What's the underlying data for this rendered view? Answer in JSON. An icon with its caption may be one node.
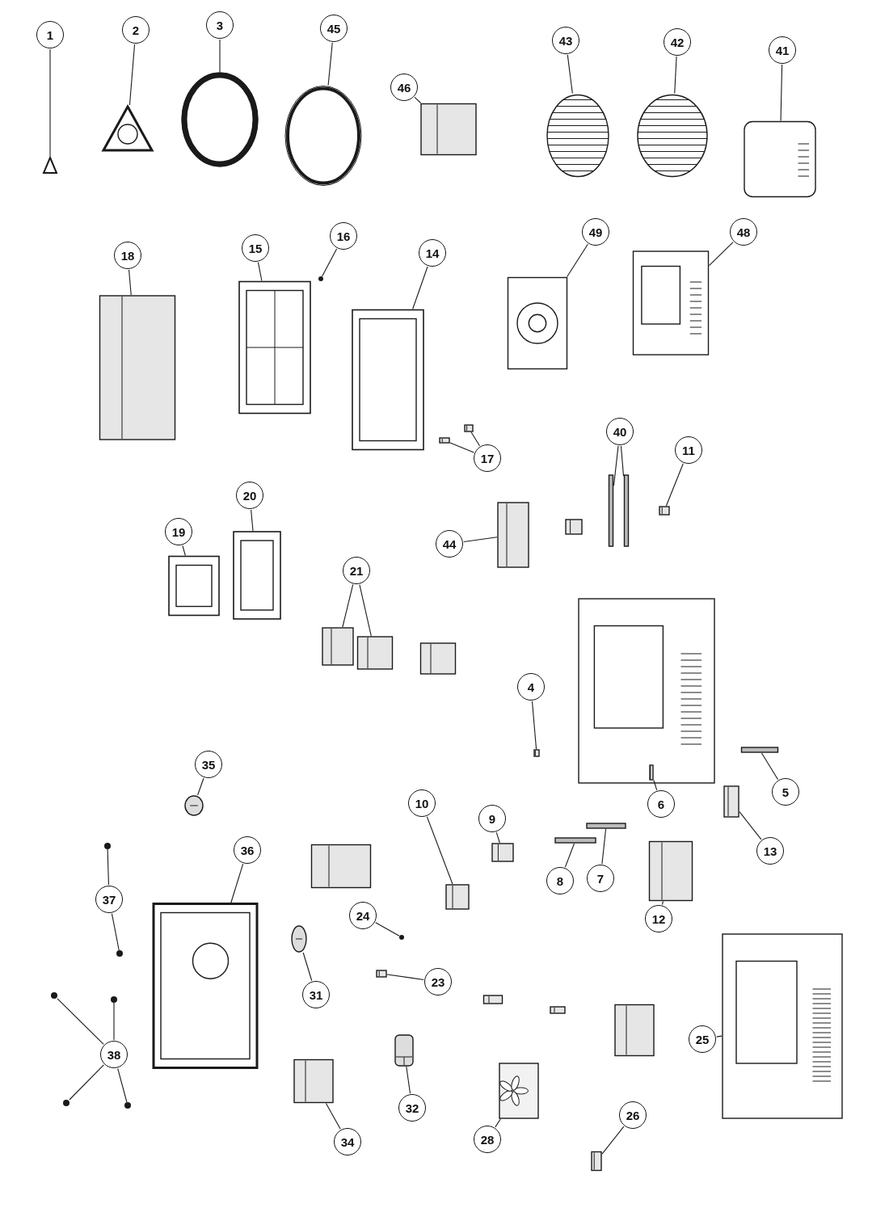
{
  "diagram": {
    "nodes": [
      {
        "text": [
          "1"
        ]
      },
      {
        "text": [],
        "shape": "picture"
      },
      {
        "text": [
          "2"
        ]
      },
      {
        "text": [],
        "shape": "picture"
      },
      {
        "text": [
          "3"
        ]
      },
      {
        "text": [],
        "shape": "picture"
      },
      {
        "text": [
          "45"
        ]
      },
      {
        "text": [],
        "shape": "picture"
      },
      {
        "text": [
          "46"
        ]
      },
      {
        "text": [],
        "shape": "picture"
      },
      {
        "text": [
          "43"
        ]
      },
      {
        "text": [],
        "shape": "picture"
      },
      {
        "text": [
          "42"
        ]
      },
      {
        "text": [],
        "shape": "picture"
      },
      {
        "text": [
          "41"
        ]
      },
      {
        "text": [],
        "shape": "picture"
      },
      {
        "text": [
          "18"
        ]
      },
      {
        "text": [],
        "shape": "picture"
      },
      {
        "text": [
          "15"
        ]
      },
      {
        "text": [],
        "shape": "picture"
      },
      {
        "text": [
          "16"
        ]
      },
      {
        "text": [],
        "shape": "circle"
      },
      {
        "text": [
          "14"
        ]
      },
      {
        "text": [],
        "shape": "picture"
      },
      {
        "text": [
          "49"
        ]
      },
      {
        "text": [],
        "shape": "picture"
      },
      {
        "text": [
          "48"
        ]
      },
      {
        "text": [],
        "shape": "picture"
      },
      {
        "text": [
          "17"
        ]
      },
      {
        "text": [],
        "shape": "picture"
      },
      {
        "text": [],
        "shape": "picture"
      },
      {
        "text": [
          "40"
        ]
      },
      {
        "text": [],
        "shape": "bar"
      },
      {
        "text": [],
        "shape": "bar"
      },
      {
        "text": [
          "11"
        ]
      },
      {
        "text": [],
        "shape": "picture"
      },
      {
        "text": [
          "44"
        ]
      },
      {
        "text": [],
        "shape": "picture"
      },
      {
        "text": [
          "20"
        ]
      },
      {
        "text": [],
        "shape": "picture"
      },
      {
        "text": [
          "19"
        ]
      },
      {
        "text": [],
        "shape": "picture"
      },
      {
        "text": [
          "21"
        ]
      },
      {
        "text": [],
        "shape": "picture"
      },
      {
        "text": [],
        "shape": "picture"
      },
      {
        "text": [
          "4"
        ]
      },
      {
        "text": [],
        "shape": "picture"
      },
      {
        "text": [
          "6"
        ]
      },
      {
        "text": [],
        "shape": "picture"
      },
      {
        "text": [
          "5"
        ]
      },
      {
        "text": [],
        "shape": "bar"
      },
      {
        "text": [
          "13"
        ]
      },
      {
        "text": [],
        "shape": "picture"
      },
      {
        "text": [
          "35"
        ]
      },
      {
        "text": [],
        "shape": "circle"
      },
      {
        "text": [
          "10"
        ]
      },
      {
        "text": [],
        "shape": "picture"
      },
      {
        "text": [
          "9"
        ]
      },
      {
        "text": [],
        "shape": "picture"
      },
      {
        "text": [
          "8"
        ]
      },
      {
        "text": [],
        "shape": "bar"
      },
      {
        "text": [
          "7"
        ]
      },
      {
        "text": [],
        "shape": "bar"
      },
      {
        "text": [
          "12"
        ]
      },
      {
        "text": [],
        "shape": "picture"
      },
      {
        "text": [
          "36"
        ]
      },
      {
        "text": [],
        "shape": "picture"
      },
      {
        "text": [
          "37"
        ]
      },
      {
        "text": [],
        "shape": "circle"
      },
      {
        "text": [],
        "shape": "circle"
      },
      {
        "text": [
          "23"
        ]
      },
      {
        "text": [],
        "shape": "picture"
      },
      {
        "text": [
          "24"
        ]
      },
      {
        "text": [],
        "shape": "circle"
      },
      {
        "text": [
          "31"
        ]
      },
      {
        "text": [],
        "shape": "picture"
      },
      {
        "text": [
          "25"
        ]
      },
      {
        "text": [],
        "shape": "picture"
      },
      {
        "text": [
          "38"
        ]
      },
      {
        "text": [],
        "shape": "circle"
      },
      {
        "text": [],
        "shape": "circle"
      },
      {
        "text": [],
        "shape": "circle"
      },
      {
        "text": [],
        "shape": "circle"
      },
      {
        "text": [
          "32"
        ]
      },
      {
        "text": [],
        "shape": "picture"
      },
      {
        "text": [
          "34"
        ]
      },
      {
        "text": [],
        "shape": "picture"
      },
      {
        "text": [
          "28"
        ]
      },
      {
        "text": [],
        "shape": "picture"
      },
      {
        "text": [
          "26"
        ]
      },
      {
        "text": [],
        "shape": "picture"
      }
    ],
    "edges": [
      {
        "from": 0,
        "to": 1,
        "arrow": "none"
      },
      {
        "from": 2,
        "to": 3,
        "arrow": "none"
      },
      {
        "from": 4,
        "to": 5,
        "arrow": "none"
      },
      {
        "from": 6,
        "to": 7,
        "arrow": "none"
      },
      {
        "from": 8,
        "to": 9,
        "arrow": "none"
      },
      {
        "from": 10,
        "to": 11,
        "arrow": "none"
      },
      {
        "from": 12,
        "to": 13,
        "arrow": "none"
      },
      {
        "from": 14,
        "to": 15,
        "arrow": "none"
      },
      {
        "from": 16,
        "to": 17,
        "arrow": "none"
      },
      {
        "from": 18,
        "to": 19,
        "arrow": "none"
      },
      {
        "from": 20,
        "to": 21,
        "arrow": "none"
      },
      {
        "from": 22,
        "to": 23,
        "arrow": "none"
      },
      {
        "from": 24,
        "to": 25,
        "arrow": "none"
      },
      {
        "from": 26,
        "to": 27,
        "arrow": "none"
      },
      {
        "from": 28,
        "to": 29,
        "arrow": "none"
      },
      {
        "from": 28,
        "to": 30,
        "arrow": "none"
      },
      {
        "from": 31,
        "to": 32,
        "arrow": "none"
      },
      {
        "from": 31,
        "to": 33,
        "arrow": "none"
      },
      {
        "from": 34,
        "to": 35,
        "arrow": "none"
      },
      {
        "from": 36,
        "to": 37,
        "arrow": "none"
      },
      {
        "from": 38,
        "to": 39,
        "arrow": "none"
      },
      {
        "from": 40,
        "to": 41,
        "arrow": "none"
      },
      {
        "from": 42,
        "to": 43,
        "arrow": "none"
      },
      {
        "from": 42,
        "to": 44,
        "arrow": "none"
      },
      {
        "from": 45,
        "to": 46,
        "arrow": "none"
      },
      {
        "from": 47,
        "to": 48,
        "arrow": "none"
      },
      {
        "from": 49,
        "to": 50,
        "arrow": "none"
      },
      {
        "from": 51,
        "to": 52,
        "arrow": "none"
      },
      {
        "from": 53,
        "to": 54,
        "arrow": "none"
      },
      {
        "from": 55,
        "to": 56,
        "arrow": "none"
      },
      {
        "from": 57,
        "to": 58,
        "arrow": "none"
      },
      {
        "from": 59,
        "to": 60,
        "arrow": "none"
      },
      {
        "from": 61,
        "to": 62,
        "arrow": "none"
      },
      {
        "from": 63,
        "to": 64,
        "arrow": "none"
      },
      {
        "from": 65,
        "to": 66,
        "arrow": "none"
      },
      {
        "from": 67,
        "to": 68,
        "arrow": "none"
      },
      {
        "from": 67,
        "to": 69,
        "arrow": "none"
      },
      {
        "from": 70,
        "to": 71,
        "arrow": "none"
      },
      {
        "from": 72,
        "to": 73,
        "arrow": "none"
      },
      {
        "from": 74,
        "to": 75,
        "arrow": "none"
      },
      {
        "from": 76,
        "to": 77,
        "arrow": "none"
      },
      {
        "from": 78,
        "to": 79,
        "arrow": "none"
      },
      {
        "from": 78,
        "to": 80,
        "arrow": "none"
      },
      {
        "from": 78,
        "to": 81,
        "arrow": "none"
      },
      {
        "from": 78,
        "to": 82,
        "arrow": "none"
      },
      {
        "from": 83,
        "to": 84,
        "arrow": "none"
      },
      {
        "from": 85,
        "to": 86,
        "arrow": "none"
      },
      {
        "from": 87,
        "to": 88,
        "arrow": "none"
      },
      {
        "from": 89,
        "to": 90,
        "arrow": "none"
      }
    ]
  }
}
